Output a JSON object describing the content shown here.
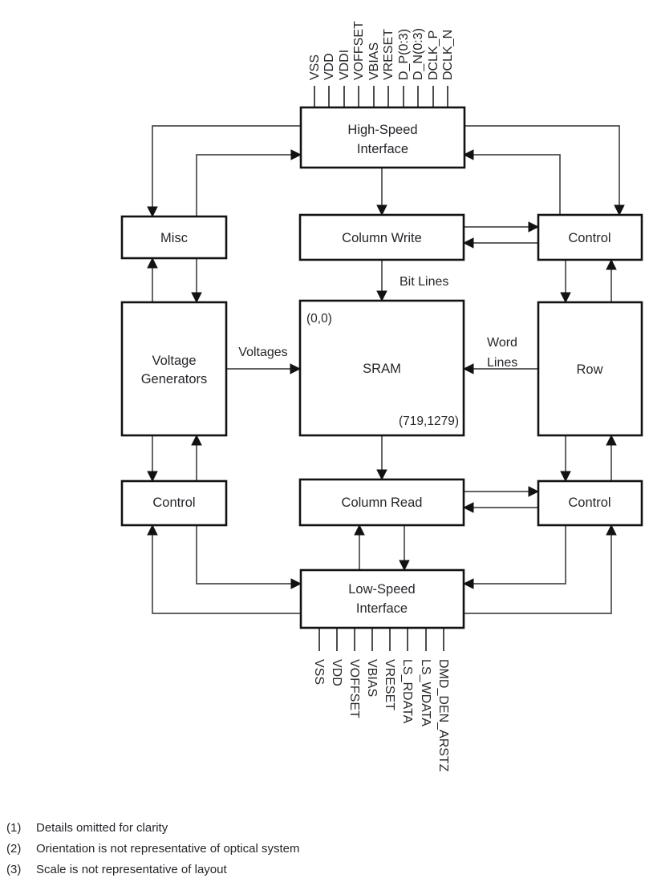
{
  "diagram": {
    "blocks": {
      "high_speed_interface": {
        "line1": "High-Speed",
        "line2": "Interface"
      },
      "misc": {
        "label": "Misc"
      },
      "column_write": {
        "label": "Column Write"
      },
      "control_top_right": {
        "label": "Control"
      },
      "voltage_generators": {
        "line1": "Voltage",
        "line2": "Generators"
      },
      "sram": {
        "label": "SRAM",
        "corner_top_left": "(0,0)",
        "corner_bottom_right": "(719,1279)"
      },
      "row": {
        "label": "Row"
      },
      "control_bottom_left": {
        "label": "Control"
      },
      "column_read": {
        "label": "Column Read"
      },
      "control_bottom_right": {
        "label": "Control"
      },
      "low_speed_interface": {
        "line1": "Low-Speed",
        "line2": "Interface"
      }
    },
    "flow_labels": {
      "bit_lines": "Bit Lines",
      "voltages": "Voltages",
      "word_lines_line1": "Word",
      "word_lines_line2": "Lines"
    },
    "top_pins": [
      "VSS",
      "VDD",
      "VDDI",
      "VOFFSET",
      "VBIAS",
      "VRESET",
      "D_P(0:3)",
      "D_N(0:3)",
      "DCLK_P",
      "DCLK_N"
    ],
    "bottom_pins": [
      "VSS",
      "VDD",
      "VOFFSET",
      "VBIAS",
      "VRESET",
      "LS_RDATA",
      "LS_WDATA",
      "DMD_DEN_ARSTZ"
    ],
    "footnotes": [
      {
        "num": "(1)",
        "text": "Details omitted for clarity"
      },
      {
        "num": "(2)",
        "text": "Orientation is not representative of optical system"
      },
      {
        "num": "(3)",
        "text": "Scale is not representative of layout"
      }
    ],
    "colors": {
      "ink": "#26262b",
      "box_border": "#121212",
      "connector": "#4c4c4c",
      "background": "#ffffff"
    }
  }
}
